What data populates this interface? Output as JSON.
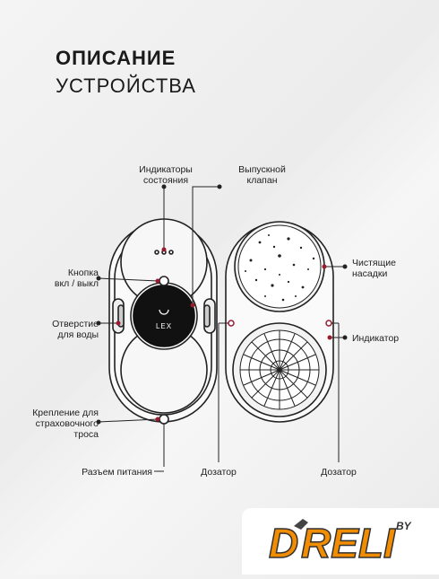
{
  "header": {
    "title": "ОПИСАНИЕ",
    "subtitle": "УСТРОЙСТВА"
  },
  "labels": {
    "status": "Индикаторы\nсостояния",
    "valve": "Выпускной\nклапан",
    "button": "Кнопка\nвкл / выкл",
    "water": "Отверстие\nдля воды",
    "rope": "Крепление для\nстраховочного\nтроса",
    "power": "Разъем питания",
    "doser_left": "Дозатор",
    "doser_right": "Дозатор",
    "pads": "Чистящие\nнасадки",
    "indicator": "Индикатор"
  },
  "device": {
    "brand": "LEX"
  },
  "logo": {
    "main": "DRELI",
    "suffix": "BY"
  },
  "colors": {
    "accent": "#9b1b2e",
    "logo_orange": "#f28c00"
  }
}
